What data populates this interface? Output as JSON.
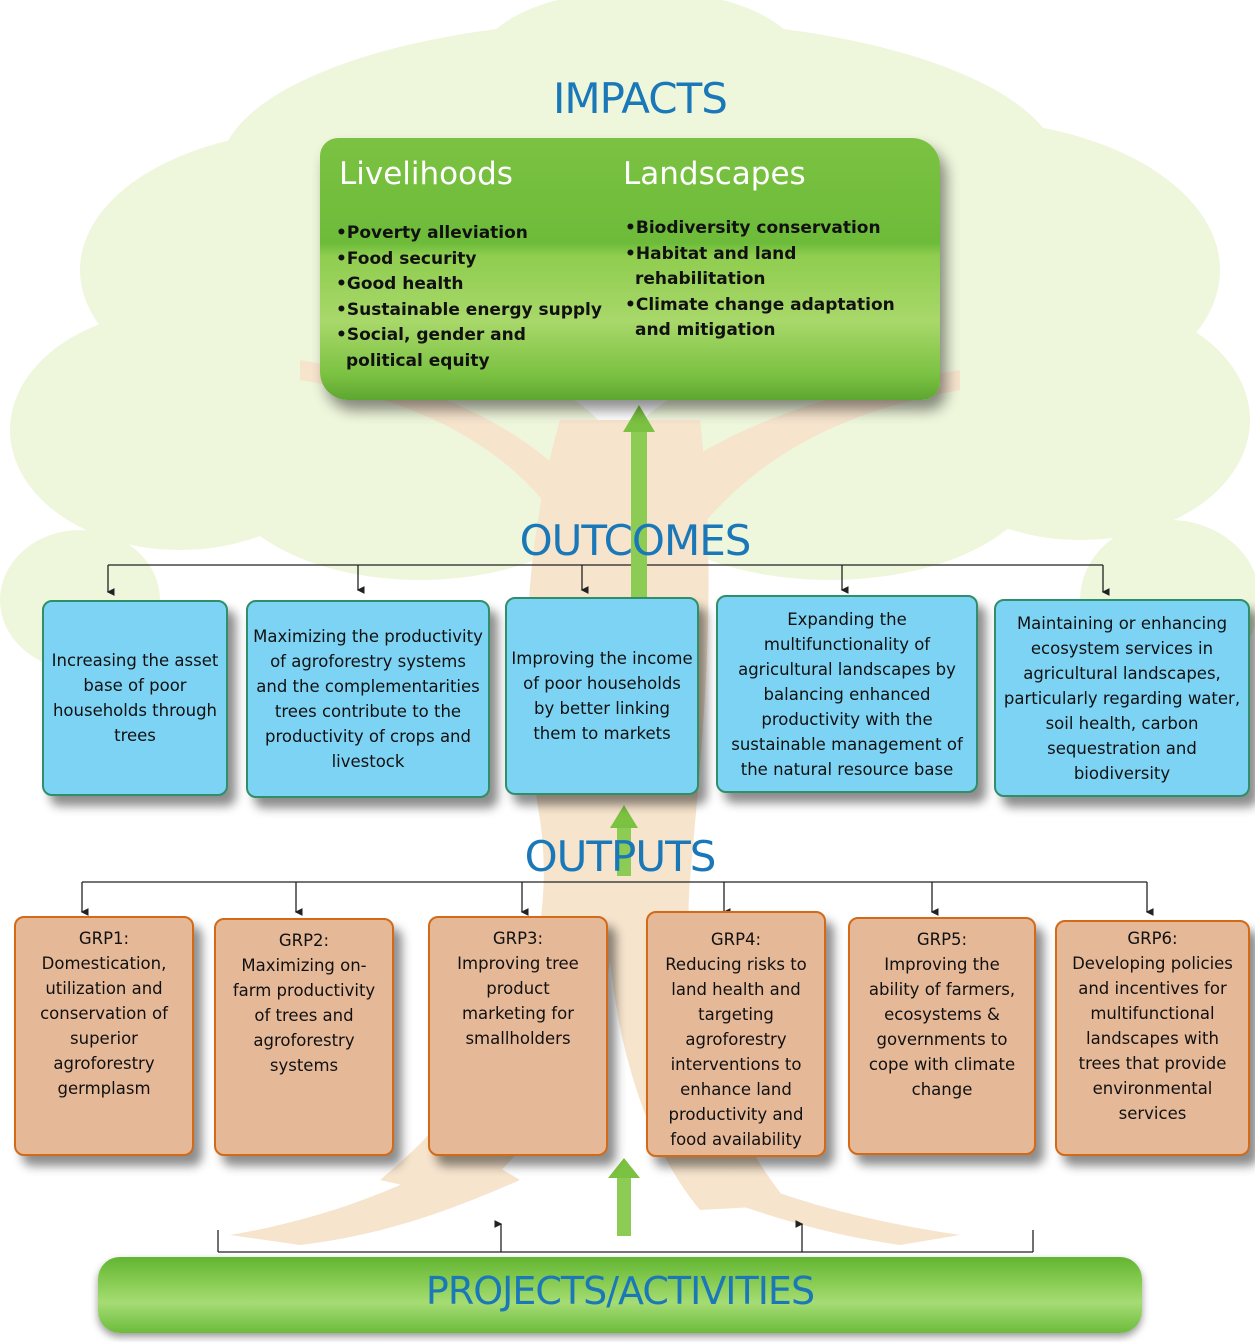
{
  "impacts": {
    "title": "IMPACTS",
    "livelihoods": {
      "heading": "Livelihoods",
      "items": [
        "Poverty alleviation",
        "Food security",
        "Good health",
        "Sustainable energy supply",
        "Social, gender and political equity"
      ]
    },
    "landscapes": {
      "heading": "Landscapes",
      "items": [
        "Biodiversity conservation",
        "Habitat and land rehabilitation",
        "Climate change adaptation and mitigation"
      ]
    }
  },
  "outcomes": {
    "title": "OUTCOMES",
    "boxes": [
      "Increasing the asset base of poor households through trees",
      "Maximizing the productivity of agroforestry systems and the complementarities trees contribute to the productivity of crops and livestock",
      "Improving the income of poor households by better linking them to markets",
      "Expanding the multifunctionality of agricultural landscapes by balancing enhanced productivity with the sustainable management of the natural resource base",
      "Maintaining or enhancing ecosystem services in agricultural landscapes, particularly regarding water, soil health, carbon sequestration and biodiversity"
    ]
  },
  "outputs": {
    "title": "OUTPUTS",
    "boxes": [
      {
        "code": "GRP1:",
        "text": "Domestication, utilization and conservation of superior agroforestry germplasm"
      },
      {
        "code": "GRP2:",
        "text": "Maximizing on-farm productivity of trees and agroforestry systems"
      },
      {
        "code": "GRP3:",
        "text": "Improving tree product marketing for smallholders"
      },
      {
        "code": "GRP4:",
        "text": "Reducing risks to land health and targeting agroforestry interventions to enhance land productivity and food availability"
      },
      {
        "code": "GRP5:",
        "text": "Improving the ability of farmers, ecosystems & governments to cope with climate change"
      },
      {
        "code": "GRP6:",
        "text": "Developing policies and incentives for multifunctional landscapes with trees that provide environmental services"
      }
    ]
  },
  "projects": {
    "title": "PROJECTS/ACTIVITIES"
  },
  "colors": {
    "title_blue": "#1b78b8",
    "impact_green": "#7cc242",
    "outcome_blue": "#7dd3f3",
    "output_orange": "#e5b898"
  }
}
